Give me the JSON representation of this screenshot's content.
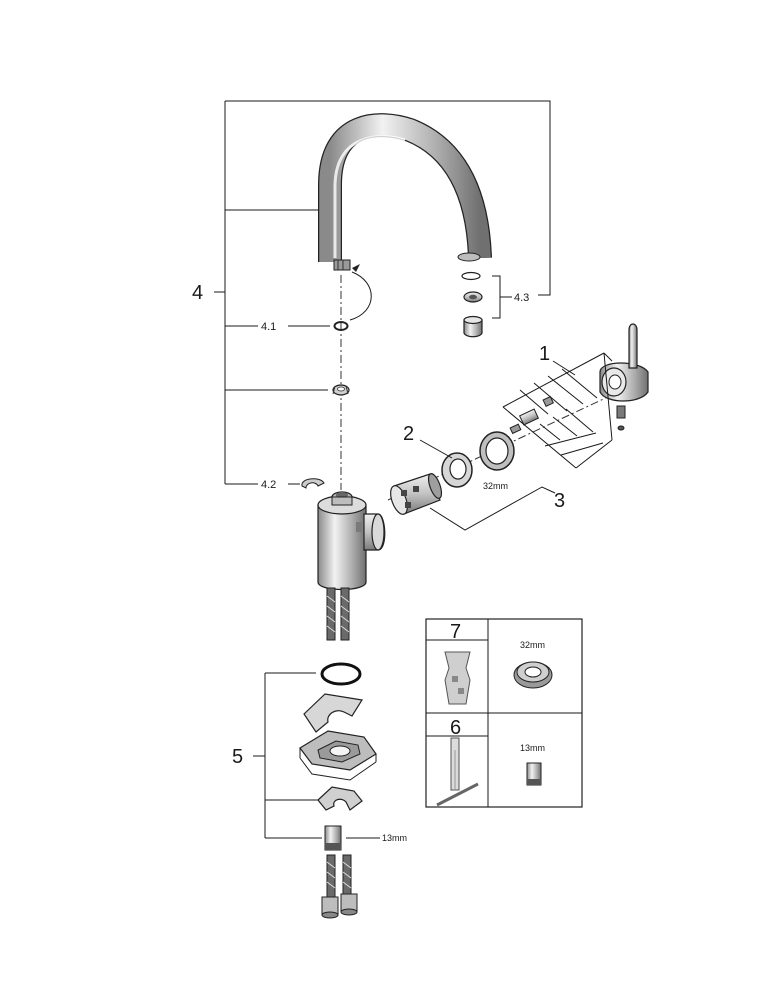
{
  "labels": {
    "part_1": "1",
    "part_2": "2",
    "part_3": "3",
    "part_4": "4",
    "part_4_1": "4.1",
    "part_4_2": "4.2",
    "part_4_3": "4.3",
    "part_5": "5",
    "dim_32mm": "32mm",
    "dim_13mm": "13mm"
  },
  "tools_box": {
    "tool_7_number": "7",
    "tool_7_size": "32mm",
    "tool_6_number": "6",
    "tool_6_size": "13mm"
  },
  "colors": {
    "chrome_light": "#e6e6e6",
    "chrome_mid": "#b5b5b5",
    "chrome_dark": "#6e6e6e",
    "line": "#1a1a1a"
  }
}
